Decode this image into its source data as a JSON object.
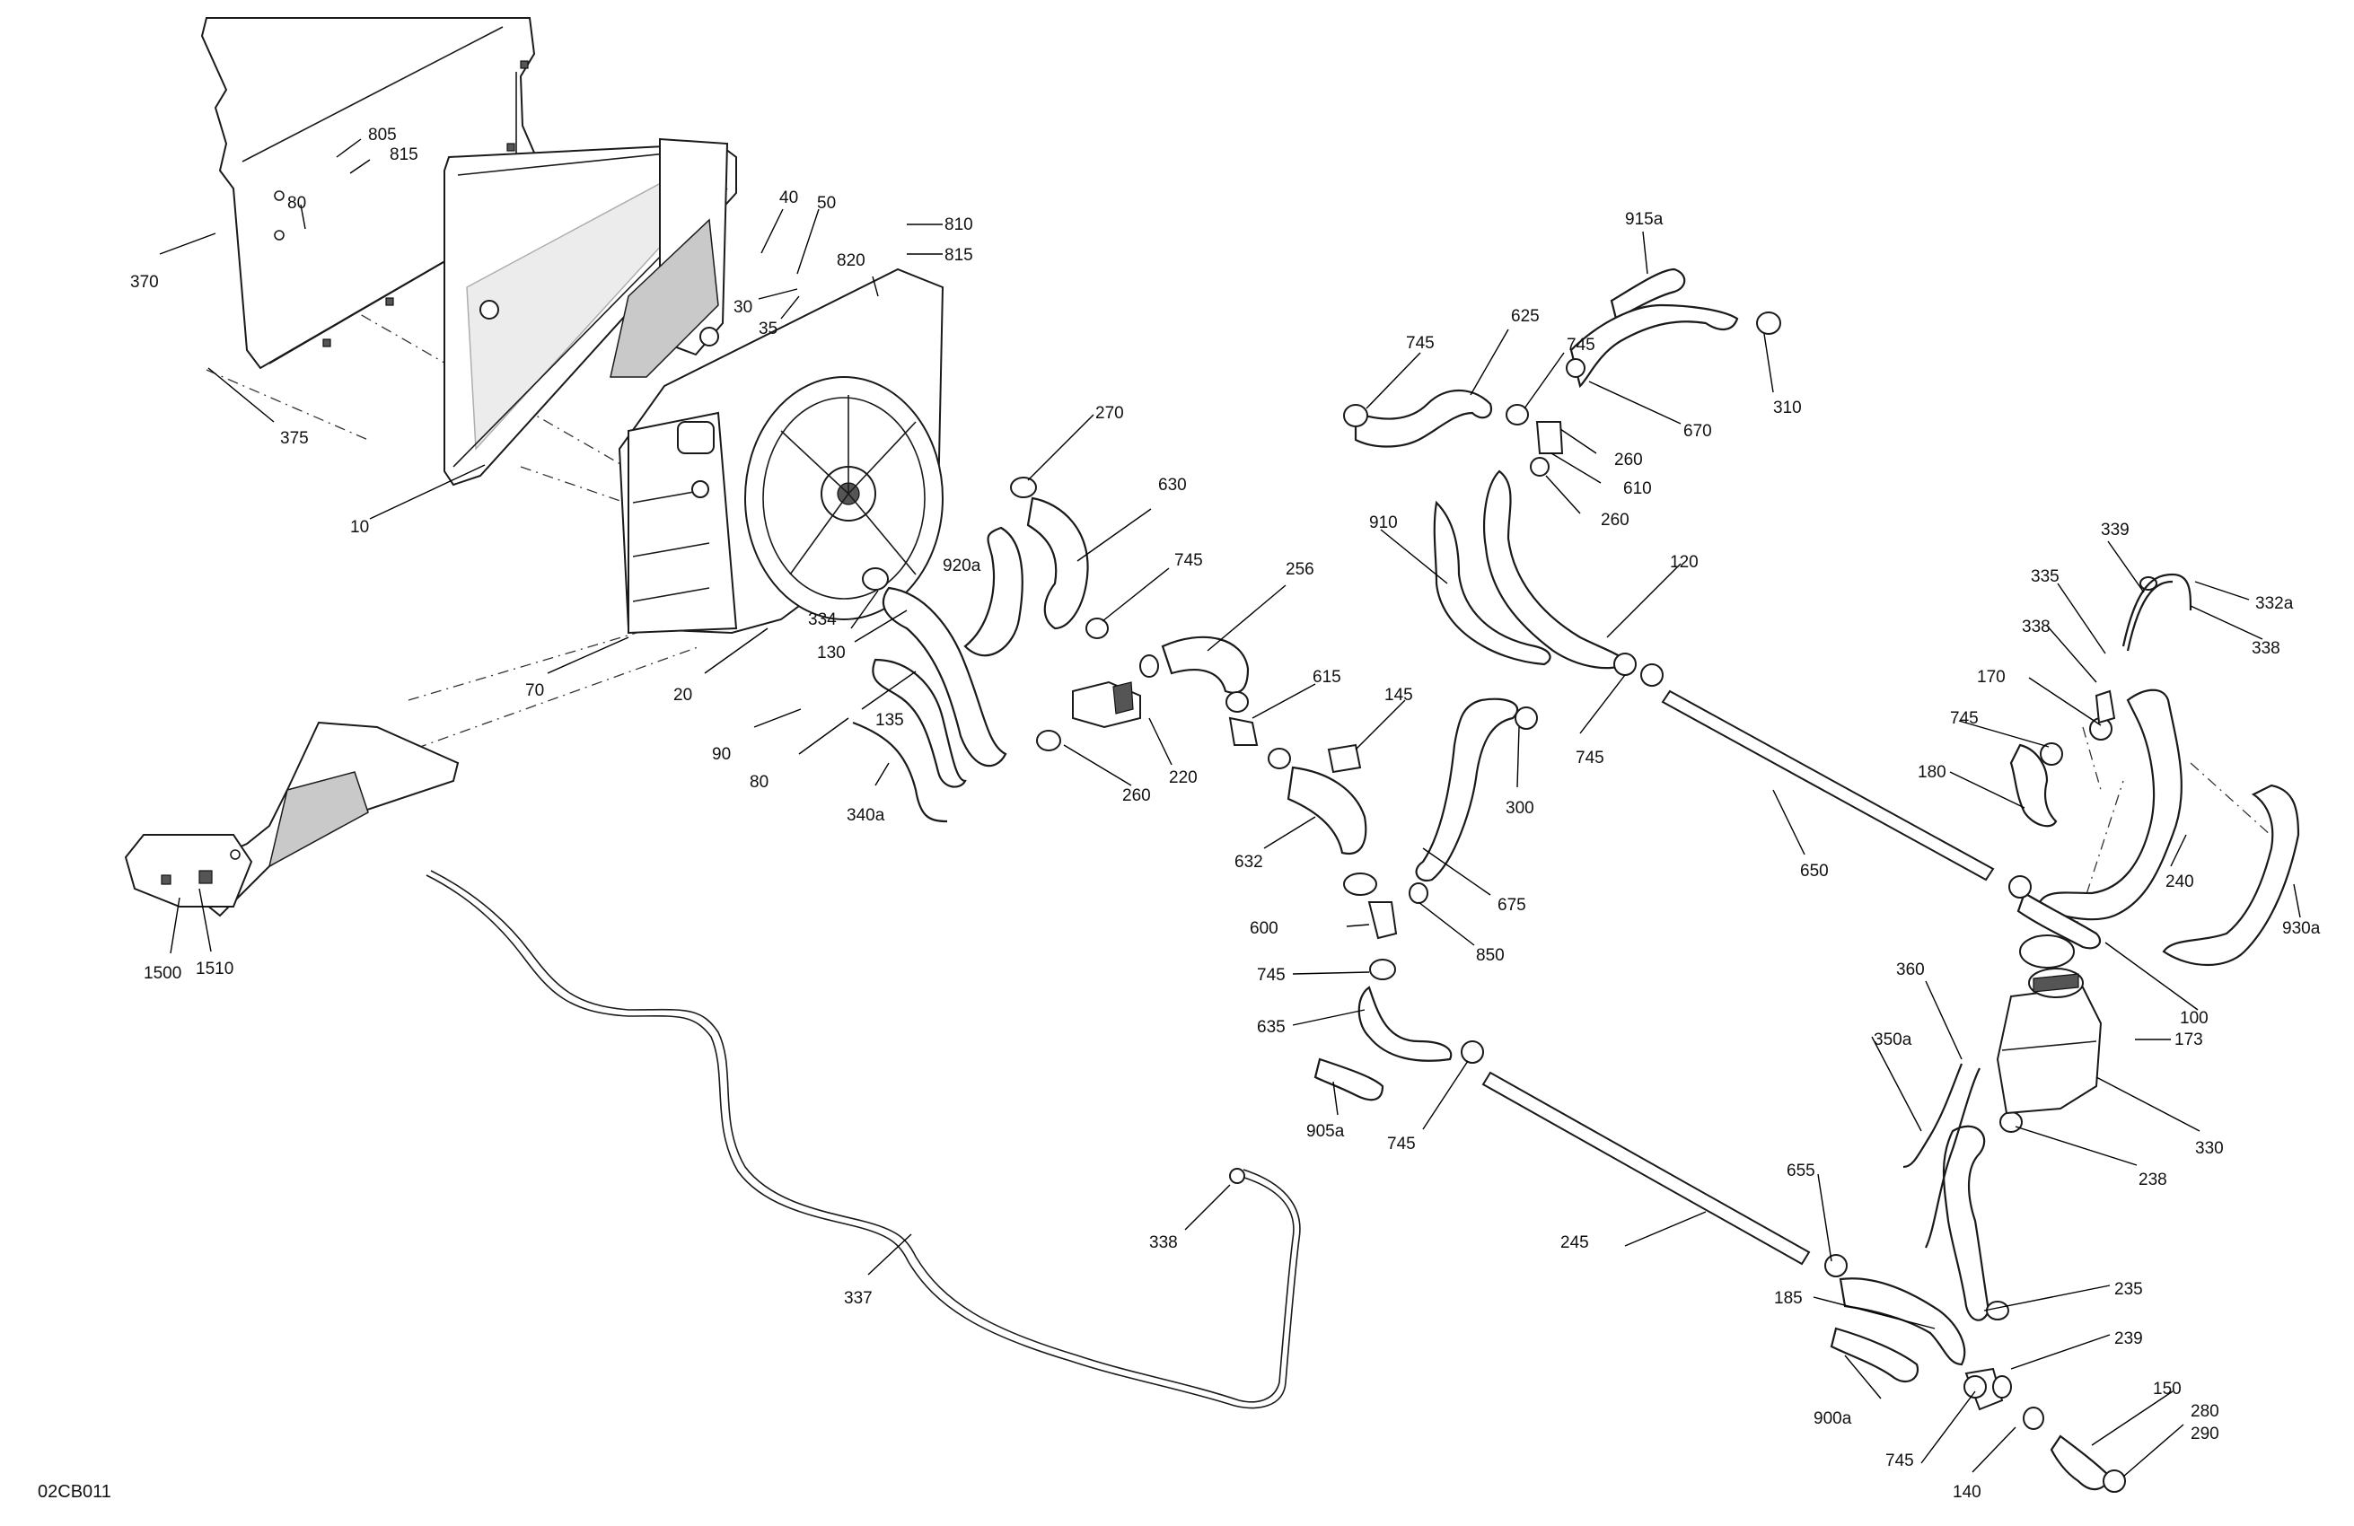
{
  "diagram_code": "02CB011",
  "callouts": [
    {
      "id": "805",
      "text": "805"
    },
    {
      "id": "815a",
      "text": "815"
    },
    {
      "id": "80a",
      "text": "80"
    },
    {
      "id": "370",
      "text": "370"
    },
    {
      "id": "375",
      "text": "375"
    },
    {
      "id": "10",
      "text": "10"
    },
    {
      "id": "40",
      "text": "40"
    },
    {
      "id": "50",
      "text": "50"
    },
    {
      "id": "30",
      "text": "30"
    },
    {
      "id": "35",
      "text": "35"
    },
    {
      "id": "820",
      "text": "820"
    },
    {
      "id": "810",
      "text": "810"
    },
    {
      "id": "815b",
      "text": "815"
    },
    {
      "id": "270",
      "text": "270"
    },
    {
      "id": "630",
      "text": "630"
    },
    {
      "id": "920a",
      "text": "920a"
    },
    {
      "id": "745a",
      "text": "745"
    },
    {
      "id": "334",
      "text": "334"
    },
    {
      "id": "130",
      "text": "130"
    },
    {
      "id": "70",
      "text": "70"
    },
    {
      "id": "20",
      "text": "20"
    },
    {
      "id": "90",
      "text": "90"
    },
    {
      "id": "80b",
      "text": "80"
    },
    {
      "id": "135",
      "text": "135"
    },
    {
      "id": "340a",
      "text": "340a"
    },
    {
      "id": "256",
      "text": "256"
    },
    {
      "id": "220",
      "text": "220"
    },
    {
      "id": "260a",
      "text": "260"
    },
    {
      "id": "615",
      "text": "615"
    },
    {
      "id": "145",
      "text": "145"
    },
    {
      "id": "632",
      "text": "632"
    },
    {
      "id": "300",
      "text": "300"
    },
    {
      "id": "675",
      "text": "675"
    },
    {
      "id": "600",
      "text": "600"
    },
    {
      "id": "850",
      "text": "850"
    },
    {
      "id": "745b",
      "text": "745"
    },
    {
      "id": "635",
      "text": "635"
    },
    {
      "id": "905a",
      "text": "905a"
    },
    {
      "id": "745c",
      "text": "745"
    },
    {
      "id": "915a",
      "text": "915a"
    },
    {
      "id": "745d",
      "text": "745"
    },
    {
      "id": "625",
      "text": "625"
    },
    {
      "id": "745e",
      "text": "745"
    },
    {
      "id": "670",
      "text": "670"
    },
    {
      "id": "310",
      "text": "310"
    },
    {
      "id": "260b",
      "text": "260"
    },
    {
      "id": "610",
      "text": "610"
    },
    {
      "id": "260c",
      "text": "260"
    },
    {
      "id": "910",
      "text": "910"
    },
    {
      "id": "120",
      "text": "120"
    },
    {
      "id": "745f",
      "text": "745"
    },
    {
      "id": "650",
      "text": "650"
    },
    {
      "id": "339",
      "text": "339"
    },
    {
      "id": "335",
      "text": "335"
    },
    {
      "id": "332a",
      "text": "332a"
    },
    {
      "id": "338a",
      "text": "338"
    },
    {
      "id": "338b",
      "text": "338"
    },
    {
      "id": "170",
      "text": "170"
    },
    {
      "id": "745g",
      "text": "745"
    },
    {
      "id": "180",
      "text": "180"
    },
    {
      "id": "240",
      "text": "240"
    },
    {
      "id": "930a",
      "text": "930a"
    },
    {
      "id": "100",
      "text": "100"
    },
    {
      "id": "360",
      "text": "360"
    },
    {
      "id": "173",
      "text": "173"
    },
    {
      "id": "350a",
      "text": "350a"
    },
    {
      "id": "330",
      "text": "330"
    },
    {
      "id": "238",
      "text": "238"
    },
    {
      "id": "655",
      "text": "655"
    },
    {
      "id": "245",
      "text": "245"
    },
    {
      "id": "235",
      "text": "235"
    },
    {
      "id": "185",
      "text": "185"
    },
    {
      "id": "239",
      "text": "239"
    },
    {
      "id": "900a",
      "text": "900a"
    },
    {
      "id": "150",
      "text": "150"
    },
    {
      "id": "280",
      "text": "280"
    },
    {
      "id": "290",
      "text": "290"
    },
    {
      "id": "745h",
      "text": "745"
    },
    {
      "id": "140",
      "text": "140"
    },
    {
      "id": "338c",
      "text": "338"
    },
    {
      "id": "337",
      "text": "337"
    },
    {
      "id": "1500",
      "text": "1500"
    },
    {
      "id": "1510",
      "text": "1510"
    }
  ]
}
